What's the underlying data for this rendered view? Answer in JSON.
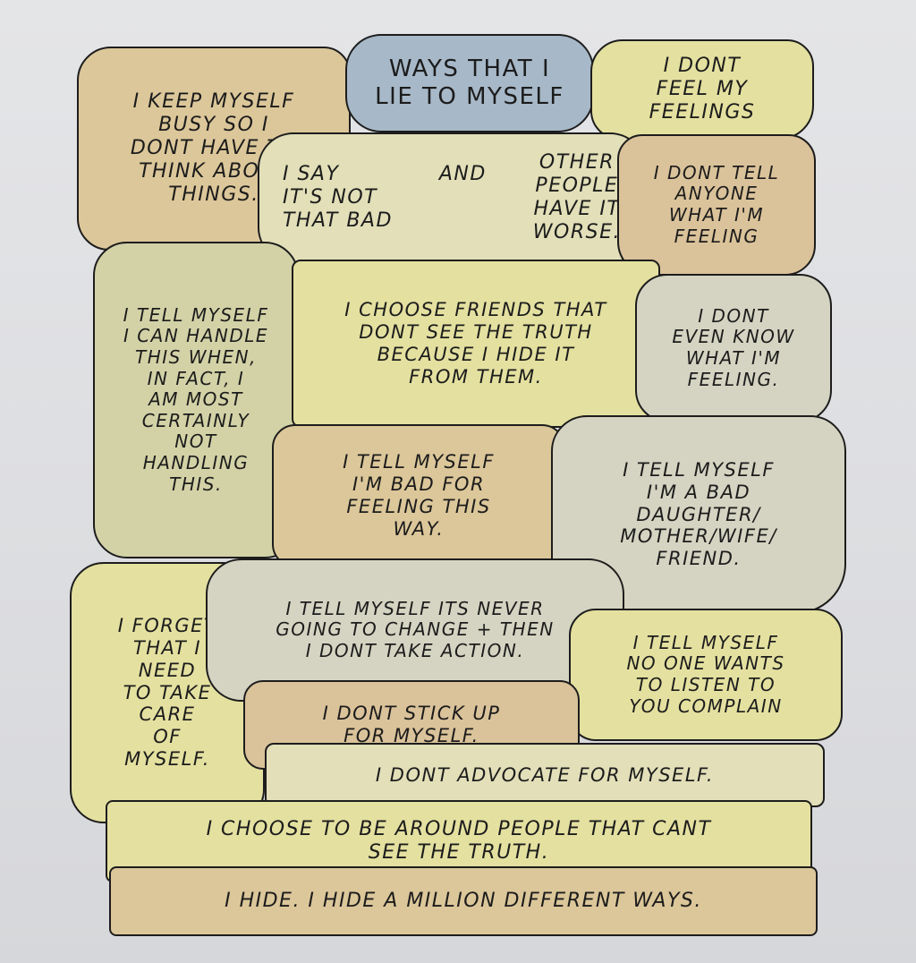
{
  "title": "WAYS THAT I\nLIE TO MYSELF",
  "blocks": {
    "busy": "I KEEP MYSELF\nBUSY SO I\nDONT HAVE TO\nTHINK ABOUT\nTHINGS.",
    "feel": "I DONT\nFEEL MY\nFEELINGS",
    "notbad": "I SAY\nIT'S NOT\nTHAT BAD",
    "and": "AND",
    "others": "OTHER\nPEOPLE\nHAVE IT\nWORSE.",
    "tell_anyone": "I DONT TELL\nANYONE\nWHAT I'M\nFEELING",
    "handle": "I TELL MYSELF\nI CAN HANDLE\nTHIS WHEN,\nIN FACT, I\nAM MOST\nCERTAINLY\nNOT\nHANDLING\nTHIS.",
    "friends": "I CHOOSE FRIENDS THAT\nDONT SEE THE TRUTH\nBECAUSE I HIDE IT\nFROM THEM.",
    "know": "I DONT\nEVEN KNOW\nWHAT I'M\nFEELING.",
    "bad_feeling": "I TELL MYSELF\nI'M BAD FOR\nFEELING THIS\nWAY.",
    "daughter": "I TELL MYSELF\nI'M A BAD\nDAUGHTER/\nMOTHER/WIFE/\nFRIEND.",
    "forget": "I FORGET\nTHAT I\nNEED\nTO TAKE\nCARE\nOF\nMYSELF.",
    "never_change": "I TELL MYSELF ITS NEVER\nGOING TO CHANGE + THEN\nI DONT TAKE ACTION.",
    "no_one": "I TELL MYSELF\nNO ONE WANTS\nTO LISTEN TO\nYOU COMPLAIN",
    "stick_up": "I DONT STICK UP\nFOR MYSELF.",
    "advocate": "I DONT ADVOCATE FOR MYSELF.",
    "around": "I CHOOSE TO BE AROUND PEOPLE THAT CANT\nSEE THE TRUTH.",
    "hide": "I HIDE. I HIDE A MILLION DIFFERENT WAYS."
  },
  "colors": {
    "tan": "#dcc79a",
    "blue": "#a7b8c8",
    "yellow": "#e4e0a0",
    "sage": "#d3d2a7",
    "pale": "#e2dfb9",
    "warm": "#dac29a",
    "grey": "#d5d4c2"
  }
}
